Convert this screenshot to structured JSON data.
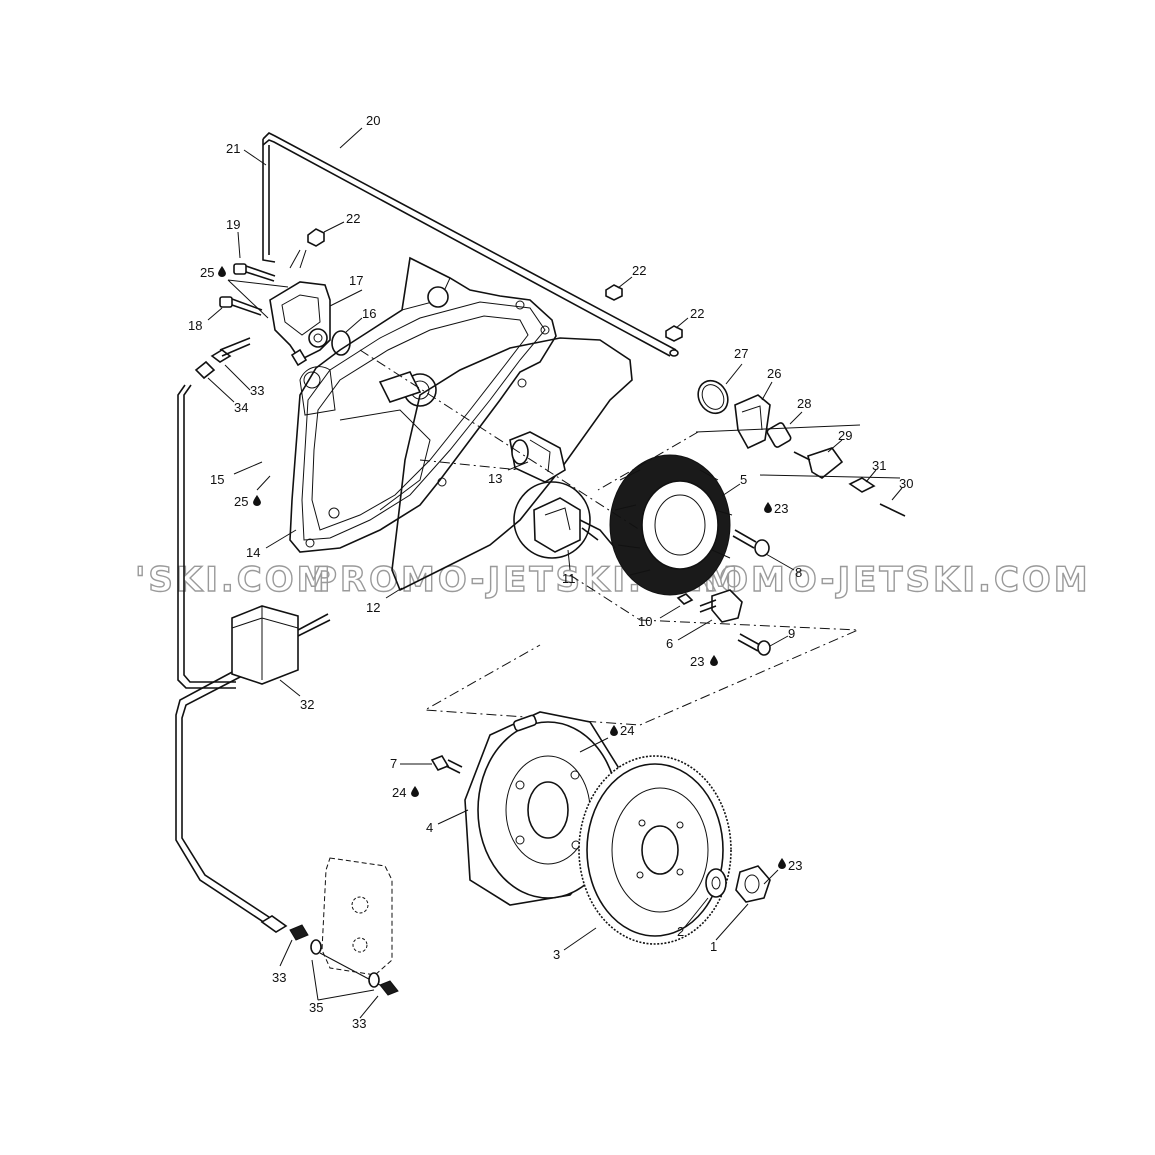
{
  "watermark": {
    "left": "'SKI.COM",
    "center": "PROMO-JETSKI.COM",
    "right": "PROMO-JETSKI.COM"
  },
  "callouts": [
    {
      "id": "c20",
      "label": "20"
    },
    {
      "id": "c21",
      "label": "21"
    },
    {
      "id": "c22a",
      "label": "22"
    },
    {
      "id": "c22b",
      "label": "22"
    },
    {
      "id": "c22c",
      "label": "22"
    },
    {
      "id": "c19",
      "label": "19"
    },
    {
      "id": "c25a",
      "label": "25"
    },
    {
      "id": "c17",
      "label": "17"
    },
    {
      "id": "c16",
      "label": "16"
    },
    {
      "id": "c18",
      "label": "18"
    },
    {
      "id": "c33a",
      "label": "33"
    },
    {
      "id": "c34",
      "label": "34"
    },
    {
      "id": "c27",
      "label": "27"
    },
    {
      "id": "c26",
      "label": "26"
    },
    {
      "id": "c28",
      "label": "28"
    },
    {
      "id": "c29",
      "label": "29"
    },
    {
      "id": "c31",
      "label": "31"
    },
    {
      "id": "c30",
      "label": "30"
    },
    {
      "id": "c13",
      "label": "13"
    },
    {
      "id": "c15",
      "label": "15"
    },
    {
      "id": "c25b",
      "label": "25"
    },
    {
      "id": "c5",
      "label": "5"
    },
    {
      "id": "c23a",
      "label": "23"
    },
    {
      "id": "c14",
      "label": "14"
    },
    {
      "id": "c11",
      "label": "11"
    },
    {
      "id": "c8",
      "label": "8"
    },
    {
      "id": "c12",
      "label": "12"
    },
    {
      "id": "c10",
      "label": "10"
    },
    {
      "id": "c9",
      "label": "9"
    },
    {
      "id": "c6",
      "label": "6"
    },
    {
      "id": "c23b",
      "label": "23"
    },
    {
      "id": "c32",
      "label": "32"
    },
    {
      "id": "c24a",
      "label": "24"
    },
    {
      "id": "c7",
      "label": "7"
    },
    {
      "id": "c24b",
      "label": "24"
    },
    {
      "id": "c4",
      "label": "4"
    },
    {
      "id": "c23c",
      "label": "23"
    },
    {
      "id": "c2",
      "label": "2"
    },
    {
      "id": "c1",
      "label": "1"
    },
    {
      "id": "c3",
      "label": "3"
    },
    {
      "id": "c33b",
      "label": "33"
    },
    {
      "id": "c35",
      "label": "35"
    },
    {
      "id": "c33c",
      "label": "33"
    }
  ]
}
